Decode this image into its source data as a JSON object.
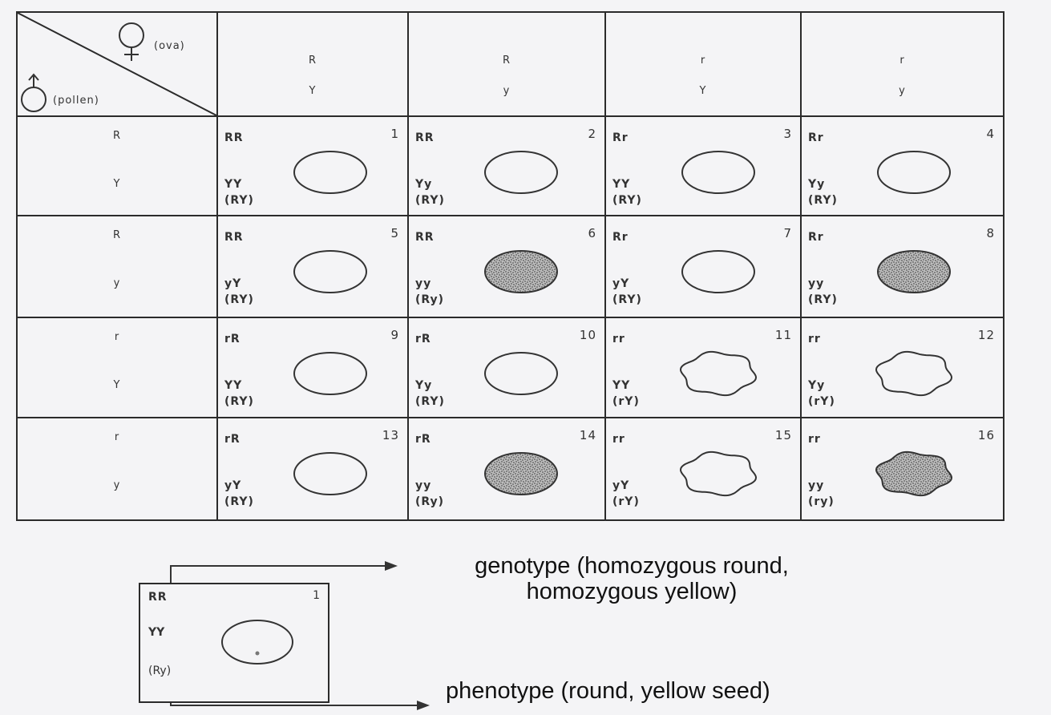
{
  "header": {
    "ova_label": "(ova)",
    "pollen_label": "(pollen)",
    "columns": [
      {
        "a1": "R",
        "a2": "Y"
      },
      {
        "a1": "R",
        "a2": "y"
      },
      {
        "a1": "r",
        "a2": "Y"
      },
      {
        "a1": "r",
        "a2": "y"
      }
    ]
  },
  "rows": [
    {
      "a1": "R",
      "a2": "Y"
    },
    {
      "a1": "R",
      "a2": "y"
    },
    {
      "a1": "r",
      "a2": "Y"
    },
    {
      "a1": "r",
      "a2": "y"
    }
  ],
  "cells": [
    [
      {
        "num": "1",
        "g1": "RR",
        "g2": "YY",
        "ph": "(RY)",
        "shape": "round",
        "color": "yellow"
      },
      {
        "num": "2",
        "g1": "RR",
        "g2": "Yy",
        "ph": "(RY)",
        "shape": "round",
        "color": "yellow"
      },
      {
        "num": "3",
        "g1": "Rr",
        "g2": "YY",
        "ph": "(RY)",
        "shape": "round",
        "color": "yellow"
      },
      {
        "num": "4",
        "g1": "Rr",
        "g2": "Yy",
        "ph": "(RY)",
        "shape": "round",
        "color": "yellow"
      }
    ],
    [
      {
        "num": "5",
        "g1": "RR",
        "g2": "yY",
        "ph": "(RY)",
        "shape": "round",
        "color": "yellow"
      },
      {
        "num": "6",
        "g1": "RR",
        "g2": "yy",
        "ph": "(Ry)",
        "shape": "round",
        "color": "green"
      },
      {
        "num": "7",
        "g1": "Rr",
        "g2": "yY",
        "ph": "(RY)",
        "shape": "round",
        "color": "yellow"
      },
      {
        "num": "8",
        "g1": "Rr",
        "g2": "yy",
        "ph": "(RY)",
        "shape": "round",
        "color": "green"
      }
    ],
    [
      {
        "num": "9",
        "g1": "rR",
        "g2": "YY",
        "ph": "(RY)",
        "shape": "round",
        "color": "yellow"
      },
      {
        "num": "10",
        "g1": "rR",
        "g2": "Yy",
        "ph": "(RY)",
        "shape": "round",
        "color": "yellow"
      },
      {
        "num": "11",
        "g1": "rr",
        "g2": "YY",
        "ph": "(rY)",
        "shape": "wrinkled",
        "color": "yellow"
      },
      {
        "num": "12",
        "g1": "rr",
        "g2": "Yy",
        "ph": "(rY)",
        "shape": "wrinkled",
        "color": "yellow"
      }
    ],
    [
      {
        "num": "13",
        "g1": "rR",
        "g2": "yY",
        "ph": "(RY)",
        "shape": "round",
        "color": "yellow"
      },
      {
        "num": "14",
        "g1": "rR",
        "g2": "yy",
        "ph": "(Ry)",
        "shape": "round",
        "color": "green"
      },
      {
        "num": "15",
        "g1": "rr",
        "g2": "yY",
        "ph": "(rY)",
        "shape": "wrinkled",
        "color": "yellow"
      },
      {
        "num": "16",
        "g1": "rr",
        "g2": "yy",
        "ph": "(ry)",
        "shape": "wrinkled",
        "color": "green"
      }
    ]
  ],
  "legend": {
    "g1": "RR",
    "num": "1",
    "g2": "YY",
    "ph": "(Ry)",
    "genotype_line1": "genotype (homozygous round,",
    "genotype_line2": "homozygous yellow)",
    "phenotype_text": "phenotype (round, yellow seed)"
  }
}
